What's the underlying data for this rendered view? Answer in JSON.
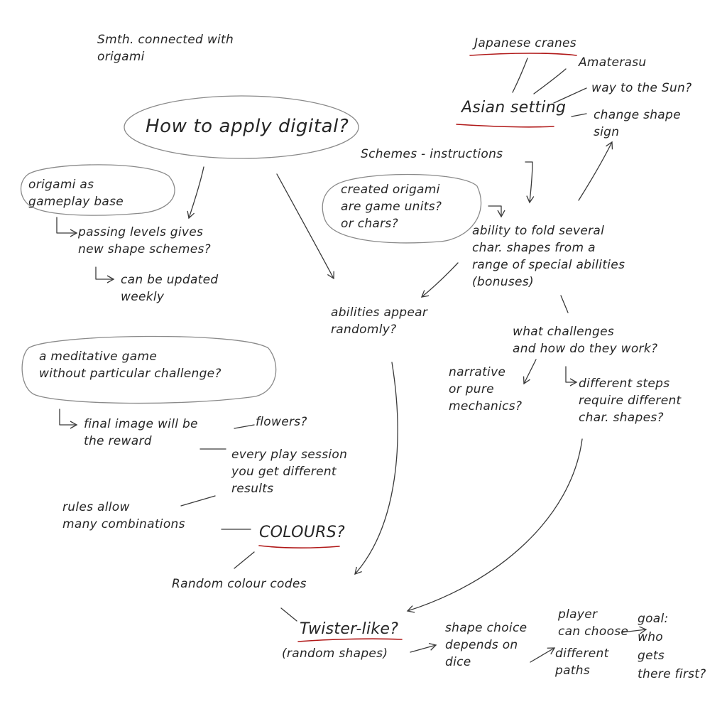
{
  "notes": {
    "smth": "Smth. connected with\norigami",
    "how_digital": "How to apply digital?",
    "origami_base": "origami as\ngameplay base",
    "passing_levels": "passing levels gives\nnew shape schemes?",
    "updated_weekly": "can be updated\nweekly",
    "meditative": "a meditative game\nwithout particular challenge?",
    "final_image": "final image will be\nthe reward",
    "flowers": "flowers?",
    "every_session": "every play session\nyou get different\nresults",
    "rules_allow": "rules allow\nmany combinations",
    "colours": "COLOURS?",
    "random_codes": "Random colour codes",
    "twister": "Twister-like?",
    "random_shapes": "(random shapes)",
    "shape_choice": "shape choice\ndepends on\ndice",
    "player_choose": "player\ncan choose",
    "different_paths": "different\npaths",
    "goal": "goal:\nwho\ngets\nthere first?",
    "japanese_cranes": "Japanese cranes",
    "amaterasu": "Amaterasu",
    "way_sun": "way to the Sun?",
    "asian_setting": "Asian setting",
    "change_shape": "change shape\nsign",
    "schemes": "Schemes - instructions",
    "created_origami": "created origami\nare game units?\nor chars?",
    "ability_fold": "ability to fold several\nchar. shapes from a\nrange of special abilities\n(bonuses)",
    "abilities_random": "abilities appear\nrandomly?",
    "what_challenges": "what challenges\nand how do they work?",
    "narrative": "narrative\nor pure\nmechanics?",
    "different_steps": "different steps\nrequire different\nchar. shapes?"
  }
}
